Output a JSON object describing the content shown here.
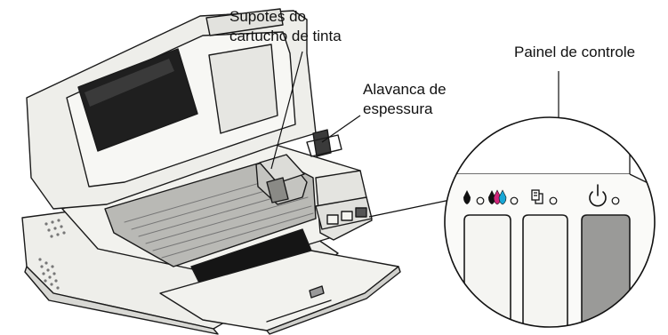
{
  "labels": {
    "cartridge_holders": [
      "Supotes do",
      "cartucho de tinta"
    ],
    "thickness_lever": [
      "Alavanca de",
      "espessura"
    ],
    "control_panel": "Painel de controle"
  },
  "panel_icons": [
    "ink-drop-icon",
    "color-ink-icon",
    "paper-icon",
    "power-icon"
  ],
  "colors": {
    "outline": "#1a1a1a",
    "body": "#f2f2ee",
    "shade": "#d6d6d2",
    "dark": "#6a6a6a",
    "magenta": "#d0257a",
    "cyan": "#19a7d6"
  }
}
